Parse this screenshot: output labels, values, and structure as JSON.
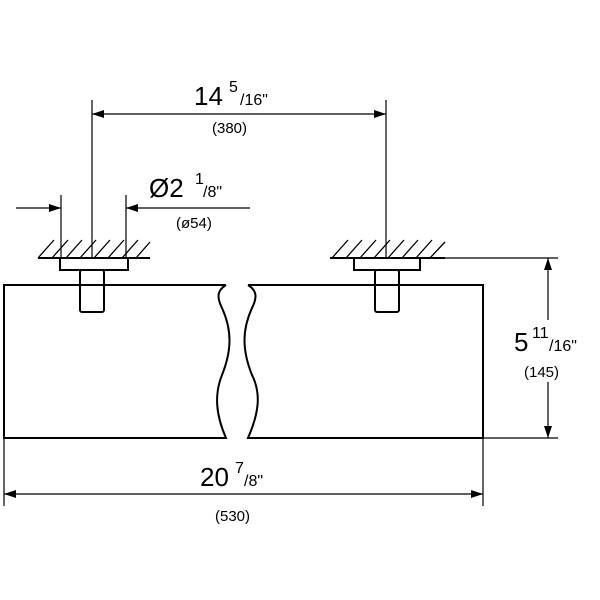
{
  "dimensions": {
    "mount_spacing": {
      "whole": "14",
      "num": "5",
      "den": "/16\"",
      "metric": "(380)"
    },
    "mount_diameter": {
      "whole": "Ø2",
      "num": "1",
      "den": "/8\"",
      "metric": "(ø54)"
    },
    "height": {
      "whole": "5",
      "num": "11",
      "den": "/16\"",
      "metric": "(145)"
    },
    "overall_width": {
      "whole": "20",
      "num": "7",
      "den": "/8\"",
      "metric": "(530)"
    }
  }
}
